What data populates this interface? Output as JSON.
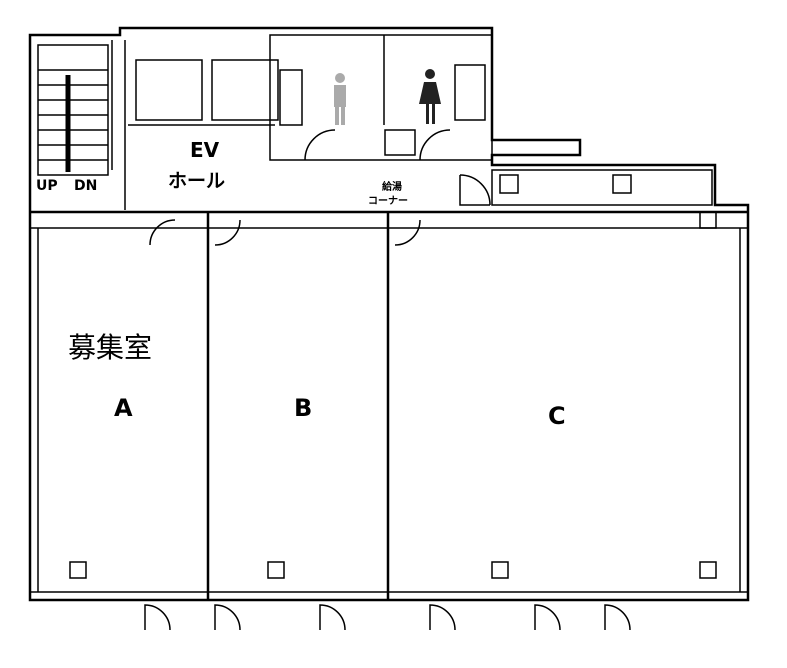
{
  "plan": {
    "stairs": {
      "up_label": "UP",
      "down_label": "DN"
    },
    "elevator_hall": {
      "line1": "EV",
      "line2": "ホール"
    },
    "kitchenette": {
      "line1": "給湯",
      "line2": "コーナー"
    },
    "vacancy_label": "募集室",
    "rooms": [
      {
        "id": "A",
        "label": "A"
      },
      {
        "id": "B",
        "label": "B"
      },
      {
        "id": "C",
        "label": "C"
      }
    ],
    "restrooms": {
      "men_icon": "male-figure-icon",
      "women_icon": "female-figure-icon"
    }
  }
}
